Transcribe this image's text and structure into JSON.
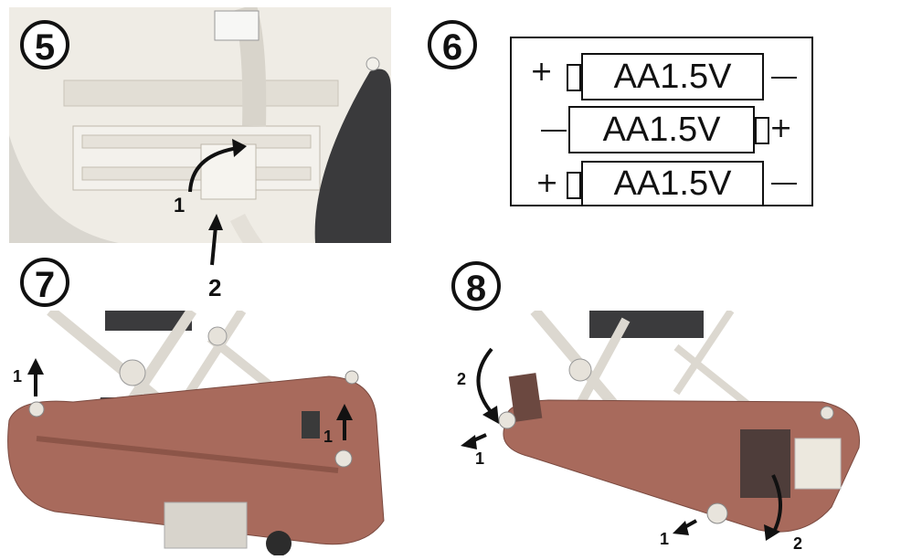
{
  "steps": {
    "s5": {
      "number": "5",
      "arrow1": "1",
      "arrow2": "2"
    },
    "s6": {
      "number": "6",
      "batteries": [
        "AA1.5V",
        "AA1.5V",
        "AA1.5V"
      ],
      "plus": "+",
      "minus": "—"
    },
    "s7": {
      "number": "7",
      "arrow_left": "1",
      "arrow_right": "1"
    },
    "s8": {
      "number": "8",
      "arrow_a": "2",
      "arrow_b": "1",
      "arrow_c": "1",
      "arrow_d": "2"
    }
  },
  "colors": {
    "ink": "#111111",
    "frame": "#a86a5c",
    "seat": "#4a4a4a",
    "plastic": "#e9e4d8"
  }
}
